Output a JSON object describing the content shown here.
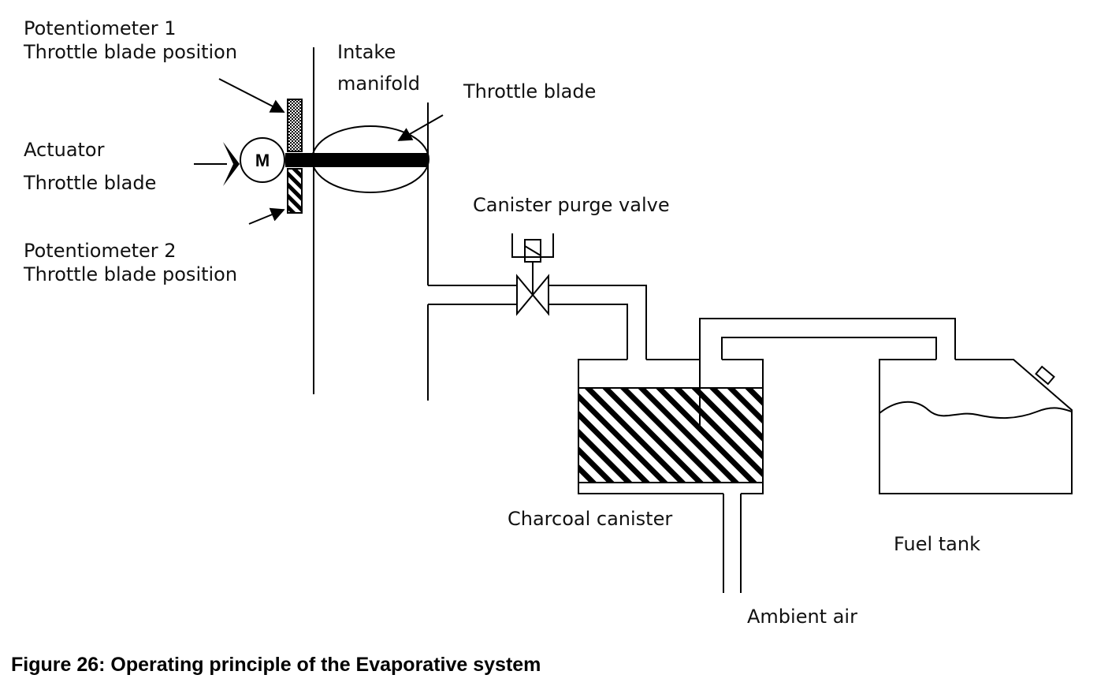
{
  "labels": {
    "pot1_line1": "Potentiometer 1",
    "pot1_line2": "Throttle blade position",
    "actuator_line1": "Actuator",
    "actuator_line2": "Throttle blade",
    "pot2_line1": "Potentiometer 2",
    "pot2_line2": "Throttle blade position",
    "intake_line1": "Intake",
    "intake_line2": "manifold",
    "throttle_blade": "Throttle blade",
    "purge_valve": "Canister purge valve",
    "charcoal_canister": "Charcoal canister",
    "fuel_tank": "Fuel tank",
    "ambient_air": "Ambient air",
    "motor_letter": "M"
  },
  "caption": "Figure 26: Operating principle of the Evaporative system"
}
